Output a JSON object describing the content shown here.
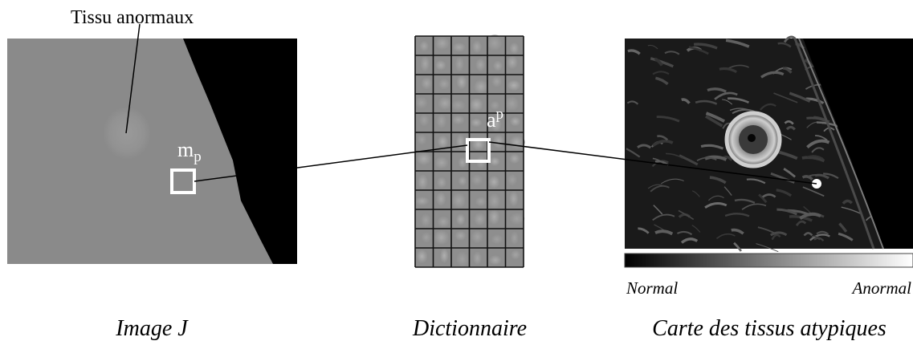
{
  "labels": {
    "abnormal_tissue": "Tissu anormaux",
    "patch_image": "m",
    "patch_image_sub": "p",
    "atom": "a",
    "atom_sup": "p"
  },
  "colorbar": {
    "left_label": "Normal",
    "right_label": "Anormal"
  },
  "captions": {
    "image": "Image J",
    "dictionary": "Dictionnaire",
    "map": "Carte des tissus atypiques"
  },
  "colors": {
    "background": "#ffffff",
    "image_gray": "#8a8a8a",
    "map_background": "#1a1a1a",
    "grid_line": "#111111",
    "marker": "#ffffff"
  }
}
